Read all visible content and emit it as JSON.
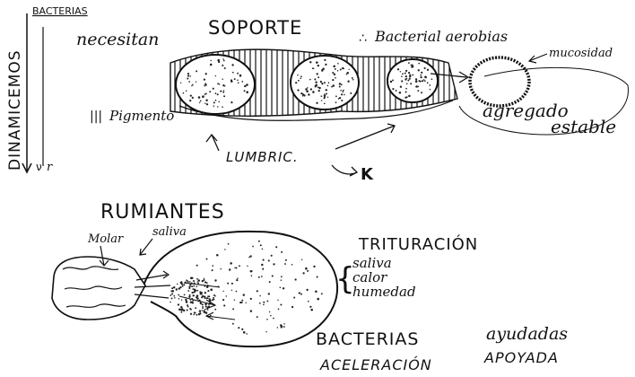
{
  "top": {
    "vertical_label": "DINAMICEMOS",
    "bacterias_label": "BACTERIAS",
    "necesitan": "necesitan",
    "soporte": "SOPORTE",
    "aerobias": "Bacterial aerobias",
    "aerobias_mark": "∴",
    "mucosidad": "mucosidad",
    "agregado": "agregado",
    "estable": "estable",
    "pigmento_mark": "|||",
    "pigmento": "Pigmento",
    "lumbric": "LUMBRIC.",
    "k": "K",
    "v_glyph": "ν",
    "r_glyph": "r"
  },
  "bottom": {
    "rumiantes": "RUMIANTES",
    "molar": "Molar",
    "saliva": "saliva",
    "trituracion": "TRITURACIÓN",
    "factors": [
      "saliva",
      "calor",
      "humedad"
    ],
    "bacterias": "BACTERIAS",
    "ayudadas": "ayudadas",
    "aceleracion": "ACELERACIÓN",
    "apoyada": "APOYADA"
  }
}
